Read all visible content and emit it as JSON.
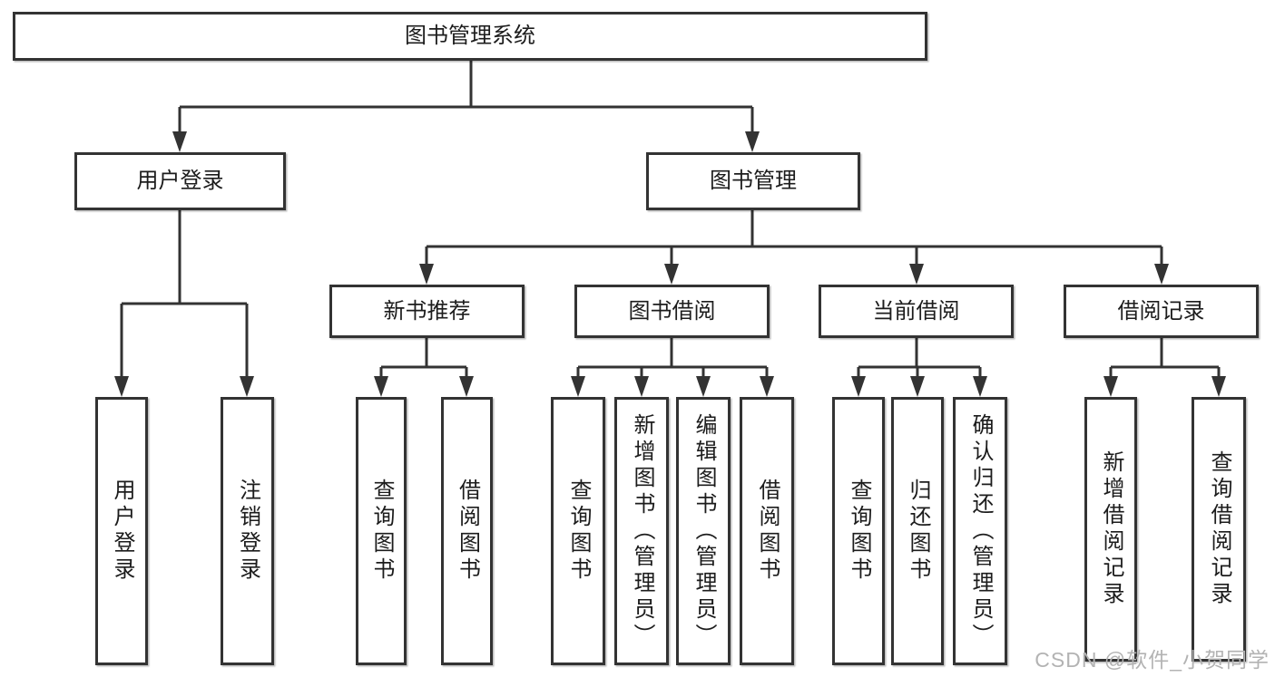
{
  "tree": {
    "label": "图书管理系统",
    "children": [
      {
        "label": "用户登录",
        "children": [
          {
            "label": "用户登录"
          },
          {
            "label": "注销登录"
          }
        ]
      },
      {
        "label": "图书管理",
        "children": [
          {
            "label": "新书推荐",
            "children": [
              {
                "label": "查询图书"
              },
              {
                "label": "借阅图书"
              }
            ]
          },
          {
            "label": "图书借阅",
            "children": [
              {
                "label": "查询图书"
              },
              {
                "label": "新增图书（管理员）"
              },
              {
                "label": "编辑图书（管理员）"
              },
              {
                "label": "借阅图书"
              }
            ]
          },
          {
            "label": "当前借阅",
            "children": [
              {
                "label": "查询图书"
              },
              {
                "label": "归还图书"
              },
              {
                "label": "确认归还（管理员）"
              }
            ]
          },
          {
            "label": "借阅记录",
            "children": [
              {
                "label": "新增借阅记录"
              },
              {
                "label": "查询借阅记录"
              }
            ]
          }
        ]
      }
    ]
  },
  "watermark": {
    "text": "CSDN @软件_小贺同学"
  },
  "colors": {
    "line": "#333333",
    "box_border": "#333333",
    "text": "#1c1c1c",
    "watermark": "#b3b3b3",
    "background": "#ffffff"
  }
}
